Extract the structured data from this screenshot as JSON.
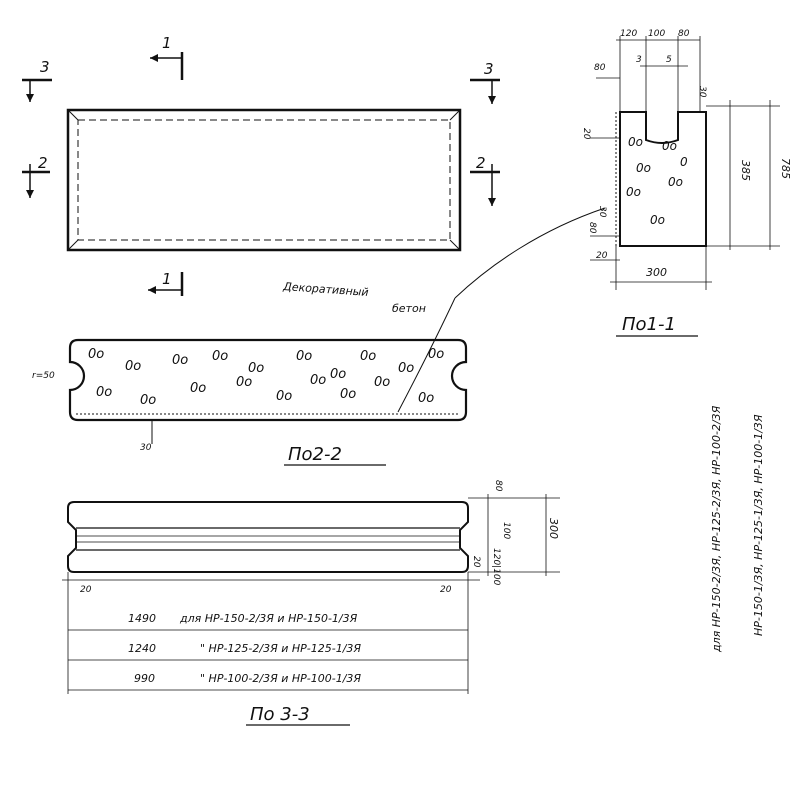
{
  "labels": {
    "cut_1_top": "1",
    "cut_1_bottom": "1",
    "cut_2_left": "2",
    "cut_2_right": "2",
    "cut_3_left": "3",
    "cut_3_right": "3",
    "decorative_concrete": "Декоративный",
    "decorative_concrete_2": "бетон",
    "section_1_title": "По1-1",
    "section_2_title": "По2-2",
    "section_3_title": "По 3-3",
    "radius_label": "r=50",
    "dim_30": "30"
  },
  "section_1_dims": {
    "top_120": "120",
    "top_100": "100",
    "top_80": "80",
    "left_80": "80",
    "groove_3": "3",
    "groove_5": "5",
    "right_30": "30",
    "left_20_top": "20",
    "height_385": "385",
    "height_785": "785",
    "left_30": "30",
    "left_80_b": "80",
    "left_20_b": "20",
    "bottom_300": "300"
  },
  "section_3_dims": {
    "right_80": "80",
    "right_100": "100",
    "right_120_100": "120|100",
    "right_300": "300",
    "right_20": "20",
    "left_20": "20",
    "inner_right_20": "20"
  },
  "length_table": [
    {
      "length": "1490",
      "text": "для НР-150-2/3Я и НР-150-1/3Я"
    },
    {
      "length": "1240",
      "text": "\"  НР-125-2/3Я и НР-125-1/3Я"
    },
    {
      "length": "990",
      "text": "\"  НР-100-2/3Я и НР-100-1/3Я"
    }
  ],
  "vertical_notes": {
    "note_1": "для НР-150-2/3Я, НР-125-2/3Я, НР-100-2/3Я",
    "note_2": "НР-150-1/3Я, НР-125-1/3Я, НР-100-1/3Я"
  }
}
